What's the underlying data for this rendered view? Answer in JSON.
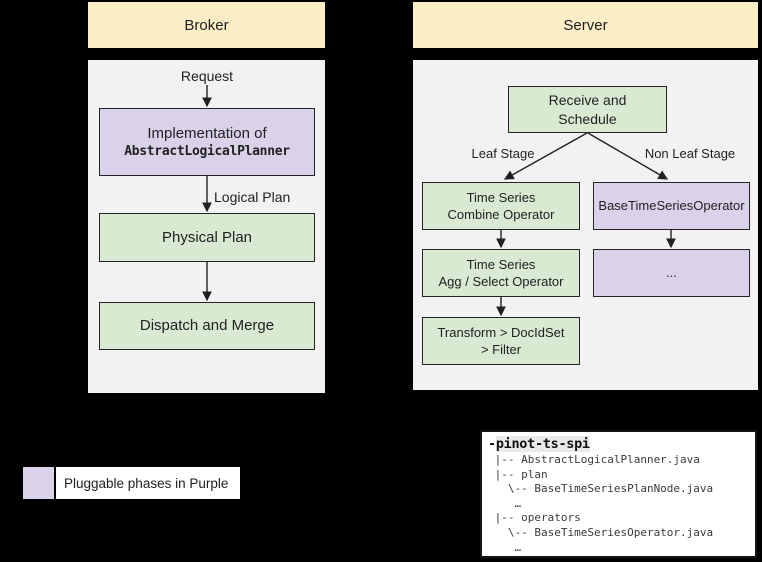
{
  "colors": {
    "background": "#000000",
    "lane_header_fill": "#FCEFC6",
    "panel_fill": "#F2F2F2",
    "green_fill": "#D9EAD3",
    "purple_fill": "#D9D2E9",
    "box_border": "#242424",
    "text": "#1f1f1f"
  },
  "broker": {
    "header": "Broker",
    "request_label": "Request",
    "planner_line1": "Implementation of",
    "planner_line2": "AbstractLogicalPlanner",
    "logical_plan_label": "Logical Plan",
    "physical_plan": "Physical Plan",
    "dispatch_merge": "Dispatch and Merge"
  },
  "server": {
    "header": "Server",
    "receive_line1": "Receive and",
    "receive_line2": "Schedule",
    "leaf_label": "Leaf Stage",
    "non_leaf_label": "Non Leaf Stage",
    "combine_line1": "Time Series",
    "combine_line2": "Combine Operator",
    "base_operator": "BaseTimeSeriesOperator",
    "agg_line1": "Time Series",
    "agg_line2": "Agg / Select Operator",
    "ellipsis_box": "...",
    "transform_line1": "Transform > DocIdSet",
    "transform_line2": "> Filter"
  },
  "legend": {
    "label": "Pluggable phases in Purple",
    "swatch_color": "#D9D2E9"
  },
  "code_tree": {
    "dash": "-",
    "title": "pinot-ts-spi",
    "lines": [
      " |-- AbstractLogicalPlanner.java",
      " |-- plan",
      "   \\-- BaseTimeSeriesPlanNode.java",
      "    …",
      " |-- operators",
      "   \\-- BaseTimeSeriesOperator.java",
      "    …"
    ]
  }
}
